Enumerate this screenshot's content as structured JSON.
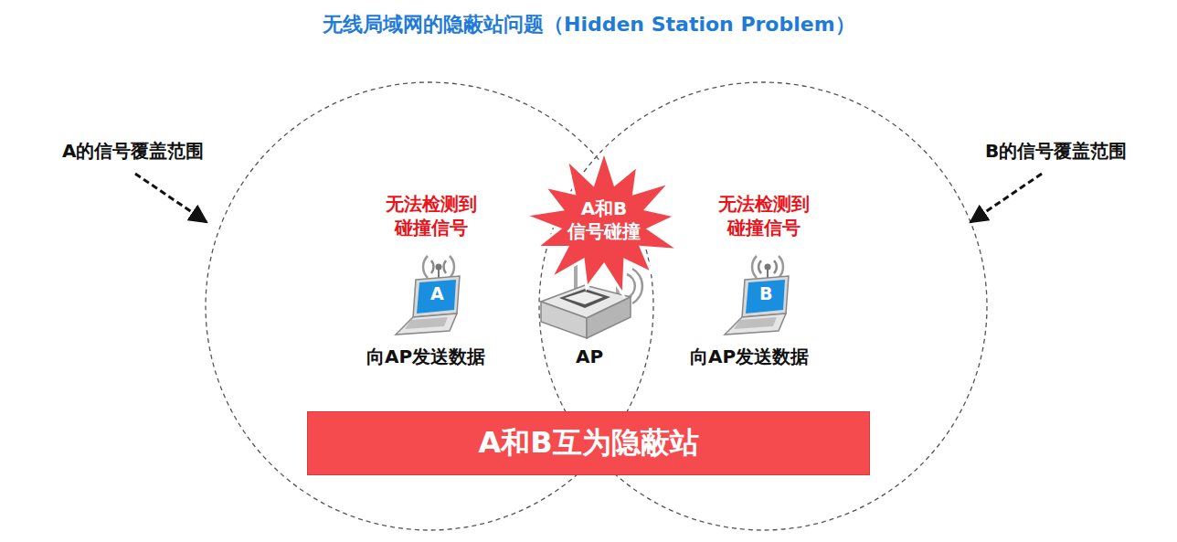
{
  "diagram": {
    "title": "无线局域网的隐蔽站问题（Hidden Station Problem）",
    "nodes": [
      {
        "text": [
          "A和B 信号碰撞"
        ]
      },
      {
        "text": [
          "A和B互为隐蔽站"
        ]
      }
    ],
    "labels": [
      "A的信号覆盖范围",
      "B的信号覆盖范围",
      "无法检测到 碰撞信号",
      "无法检测到 碰撞信号",
      "A",
      "B",
      "向AP发送数据",
      "AP",
      "向AP发送数据"
    ]
  }
}
